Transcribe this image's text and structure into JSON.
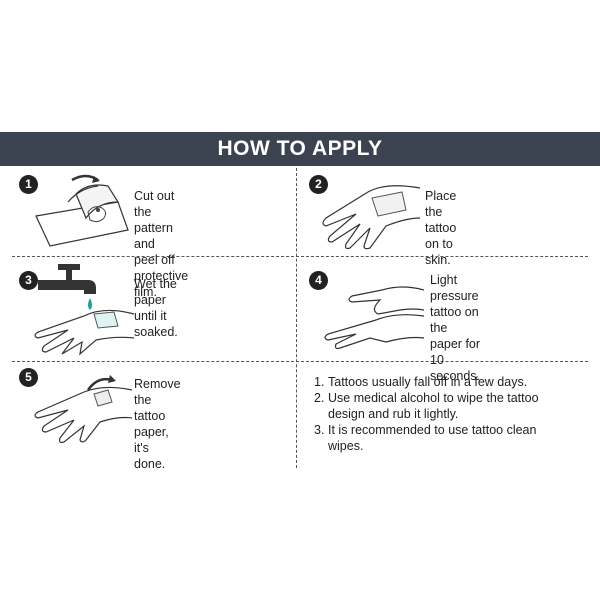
{
  "title": "HOW TO APPLY",
  "steps": [
    {
      "number": "1",
      "text_lines": [
        "Cut out the pattern and",
        "peel off protective film."
      ]
    },
    {
      "number": "2",
      "text_lines": [
        "Place the tattoo on to skin."
      ]
    },
    {
      "number": "3",
      "text_lines": [
        "Wet the paper until it",
        "soaked."
      ]
    },
    {
      "number": "4",
      "text_lines": [
        "Light pressure tattoo on",
        "the paper for 10 seconds."
      ]
    },
    {
      "number": "5",
      "text_lines": [
        "Remove the tattoo paper,",
        "it's done."
      ]
    }
  ],
  "notes": [
    {
      "number": "1.",
      "lines": [
        "Tattoos usually fall off in a few days."
      ]
    },
    {
      "number": "2.",
      "lines": [
        "Use medical alcohol to wipe the tattoo",
        "design and rub it lightly."
      ]
    },
    {
      "number": "3.",
      "lines": [
        "It is recommended to use tattoo clean",
        "wipes."
      ]
    }
  ],
  "colors": {
    "banner": "#3b4250",
    "water": "#1aa39a",
    "line": "#555555"
  },
  "icons": [
    "film-peel-illustration",
    "hand-place-illustration",
    "faucet-hand-illustration",
    "hands-press-illustration",
    "hand-remove-illustration"
  ]
}
